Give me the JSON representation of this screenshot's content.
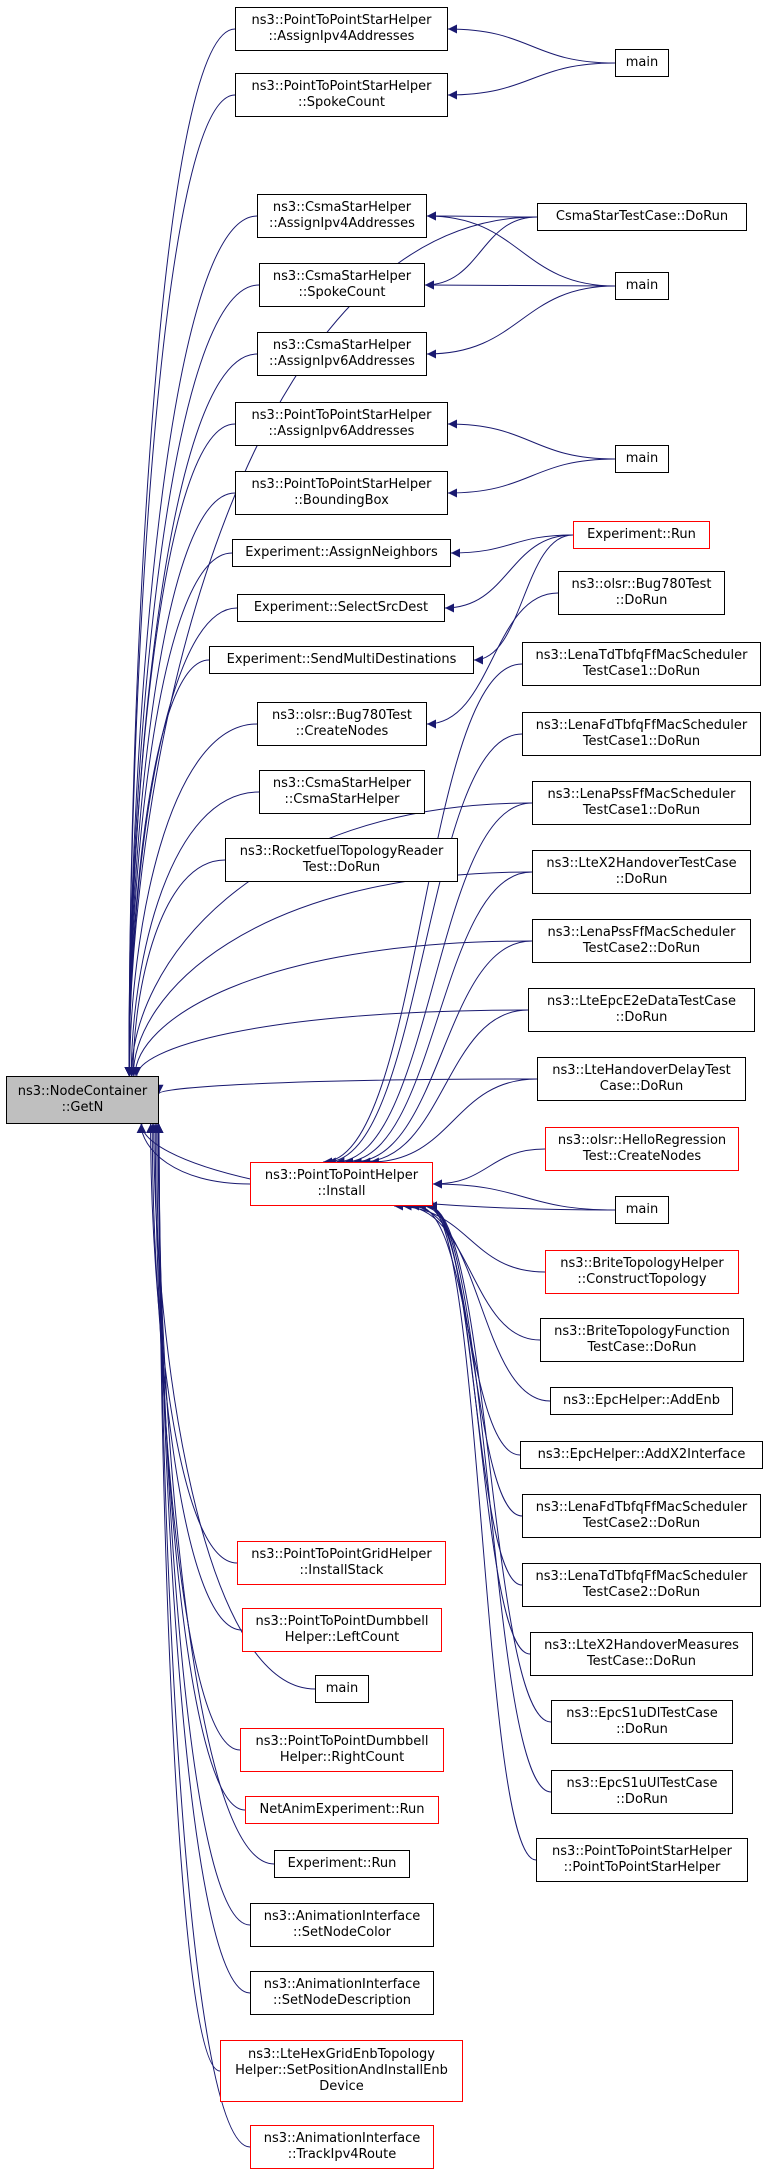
{
  "colors": {
    "edge": "#191970",
    "node_border": "#000000",
    "truncated_border": "#ff0000",
    "root_fill": "#bfbfbf"
  },
  "nodes": {
    "root": {
      "lines": [
        "ns3::NodeContainer",
        "::GetN"
      ]
    },
    "p2pInst": {
      "lines": [
        "ns3::PointToPointHelper",
        "::Install"
      ]
    },
    "p2pStarA4": {
      "lines": [
        "ns3::PointToPointStarHelper",
        "::AssignIpv4Addresses"
      ]
    },
    "p2pStarSC": {
      "lines": [
        "ns3::PointToPointStarHelper",
        "::SpokeCount"
      ]
    },
    "csmaA4": {
      "lines": [
        "ns3::CsmaStarHelper",
        "::AssignIpv4Addresses"
      ]
    },
    "csmaSC": {
      "lines": [
        "ns3::CsmaStarHelper",
        "::SpokeCount"
      ]
    },
    "csmaA6": {
      "lines": [
        "ns3::CsmaStarHelper",
        "::AssignIpv6Addresses"
      ]
    },
    "p2pStarA6": {
      "lines": [
        "ns3::PointToPointStarHelper",
        "::AssignIpv6Addresses"
      ]
    },
    "p2pStarBB": {
      "lines": [
        "ns3::PointToPointStarHelper",
        "::BoundingBox"
      ]
    },
    "expAN": {
      "lines": [
        "Experiment::AssignNeighbors"
      ]
    },
    "expSSD": {
      "lines": [
        "Experiment::SelectSrcDest"
      ]
    },
    "expSMD": {
      "lines": [
        "Experiment::SendMultiDestinations"
      ]
    },
    "olsrCN": {
      "lines": [
        "ns3::olsr::Bug780Test",
        "::CreateNodes"
      ]
    },
    "csmaCtor": {
      "lines": [
        "ns3::CsmaStarHelper",
        "::CsmaStarHelper"
      ]
    },
    "rocket": {
      "lines": [
        "ns3::RocketfuelTopologyReader",
        "Test::DoRun"
      ]
    },
    "gridIS": {
      "lines": [
        "ns3::PointToPointGridHelper",
        "::InstallStack"
      ]
    },
    "dbLC": {
      "lines": [
        "ns3::PointToPointDumbbell",
        "Helper::LeftCount"
      ]
    },
    "mainL": {
      "lines": [
        "main"
      ]
    },
    "dbRC": {
      "lines": [
        "ns3::PointToPointDumbbell",
        "Helper::RightCount"
      ]
    },
    "netanim": {
      "lines": [
        "NetAnimExperiment::Run"
      ]
    },
    "expRunL": {
      "lines": [
        "Experiment::Run"
      ]
    },
    "aniColor": {
      "lines": [
        "ns3::AnimationInterface",
        "::SetNodeColor"
      ]
    },
    "aniDesc": {
      "lines": [
        "ns3::AnimationInterface",
        "::SetNodeDescription"
      ]
    },
    "lteHex": {
      "lines": [
        "ns3::LteHexGridEnbTopology",
        "Helper::SetPositionAndInstallEnb",
        "Device"
      ]
    },
    "aniTrack": {
      "lines": [
        "ns3::AnimationInterface",
        "::TrackIpv4Route"
      ]
    },
    "main1": {
      "lines": [
        "main"
      ]
    },
    "csmaTC": {
      "lines": [
        "CsmaStarTestCase::DoRun"
      ]
    },
    "main2": {
      "lines": [
        "main"
      ]
    },
    "main3": {
      "lines": [
        "main"
      ]
    },
    "expRunR": {
      "lines": [
        "Experiment::Run"
      ]
    },
    "olsrDR": {
      "lines": [
        "ns3::olsr::Bug780Test",
        "::DoRun"
      ]
    },
    "lenaTdTb1": {
      "lines": [
        "ns3::LenaTdTbfqFfMacScheduler",
        "TestCase1::DoRun"
      ]
    },
    "lenaFdTb1": {
      "lines": [
        "ns3::LenaFdTbfqFfMacScheduler",
        "TestCase1::DoRun"
      ]
    },
    "lenaPss1": {
      "lines": [
        "ns3::LenaPssFfMacScheduler",
        "TestCase1::DoRun"
      ]
    },
    "lteX2HO": {
      "lines": [
        "ns3::LteX2HandoverTestCase",
        "::DoRun"
      ]
    },
    "lenaPss2": {
      "lines": [
        "ns3::LenaPssFfMacScheduler",
        "TestCase2::DoRun"
      ]
    },
    "lteEpcE2E": {
      "lines": [
        "ns3::LteEpcE2eDataTestCase",
        "::DoRun"
      ]
    },
    "lteHOD": {
      "lines": [
        "ns3::LteHandoverDelayTest",
        "Case::DoRun"
      ]
    },
    "olsrHello": {
      "lines": [
        "ns3::olsr::HelloRegression",
        "Test::CreateNodes"
      ]
    },
    "main4": {
      "lines": [
        "main"
      ]
    },
    "briteCT": {
      "lines": [
        "ns3::BriteTopologyHelper",
        "::ConstructTopology"
      ]
    },
    "briteTC": {
      "lines": [
        "ns3::BriteTopologyFunction",
        "TestCase::DoRun"
      ]
    },
    "epcAddEnb": {
      "lines": [
        "ns3::EpcHelper::AddEnb"
      ]
    },
    "epcAddX2": {
      "lines": [
        "ns3::EpcHelper::AddX2Interface"
      ]
    },
    "lenaFdTb2": {
      "lines": [
        "ns3::LenaFdTbfqFfMacScheduler",
        "TestCase2::DoRun"
      ]
    },
    "lenaTdTb2": {
      "lines": [
        "ns3::LenaTdTbfqFfMacScheduler",
        "TestCase2::DoRun"
      ]
    },
    "lteX2HOM": {
      "lines": [
        "ns3::LteX2HandoverMeasures",
        "TestCase::DoRun"
      ]
    },
    "epcDl": {
      "lines": [
        "ns3::EpcS1uDlTestCase",
        "::DoRun"
      ]
    },
    "epcUl": {
      "lines": [
        "ns3::EpcS1uUlTestCase",
        "::DoRun"
      ]
    },
    "p2pStarCtor": {
      "lines": [
        "ns3::PointToPointStarHelper",
        "::PointToPointStarHelper"
      ]
    }
  }
}
